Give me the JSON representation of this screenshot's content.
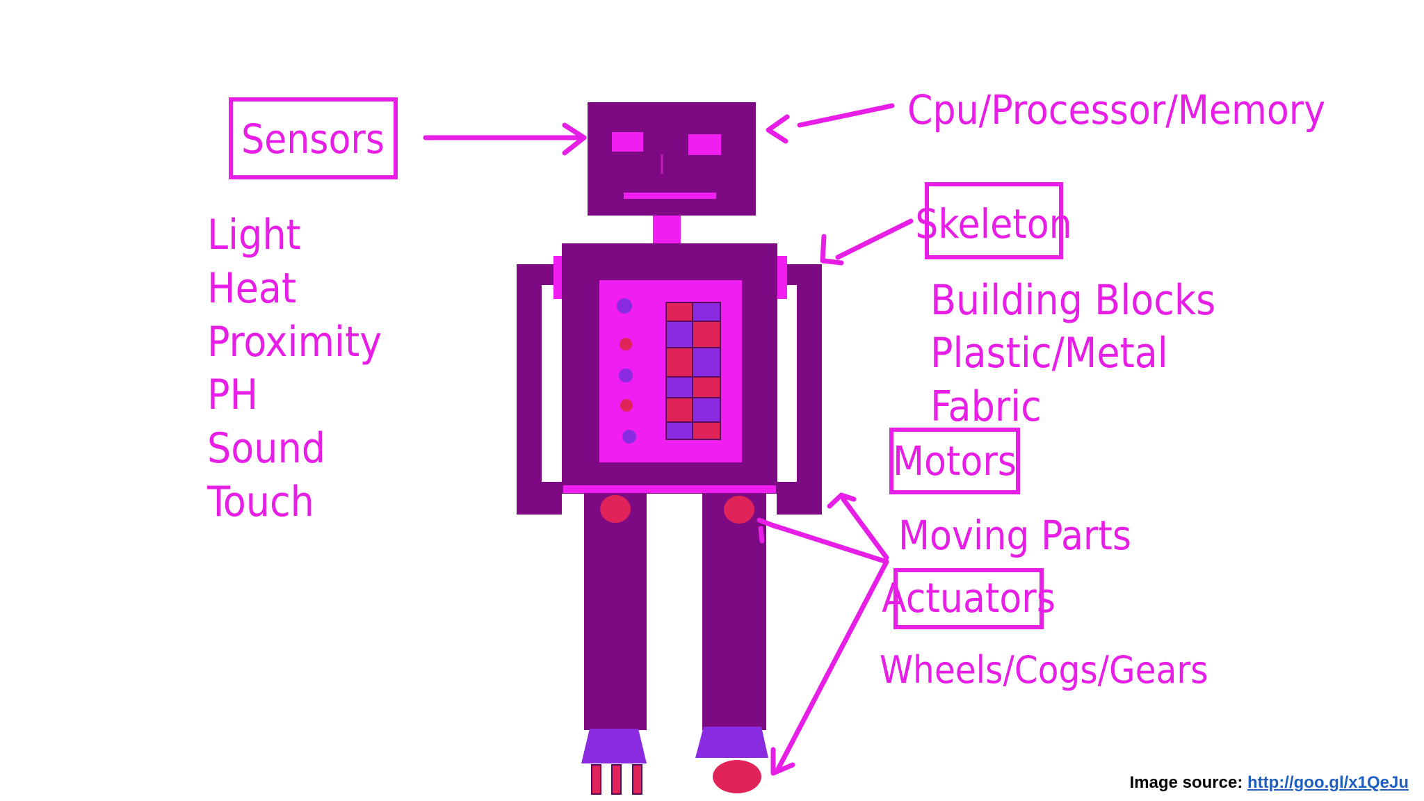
{
  "colors": {
    "magenta": "#e61ee6",
    "robot_purple": "#7d0a83",
    "panel_pink": "#f01ef0",
    "button_purple": "#8a2be2",
    "button_red": "#e0245a"
  },
  "labels": {
    "sensors": "Sensors",
    "cpu": "Cpu/Processor/Memory",
    "skeleton": "Skeleton",
    "motors": "Motors",
    "moving_parts": "Moving Parts",
    "actuators": "Actuators",
    "wheels": "Wheels/Cogs/Gears"
  },
  "sensor_list": [
    "Light",
    "Heat",
    "Proximity",
    "PH",
    "Sound",
    "Touch"
  ],
  "skeleton_list": [
    "Building Blocks",
    "Plastic/Metal",
    "Fabric"
  ],
  "source": {
    "prefix": "Image source: ",
    "link": "http://goo.gl/x1QeJu"
  }
}
